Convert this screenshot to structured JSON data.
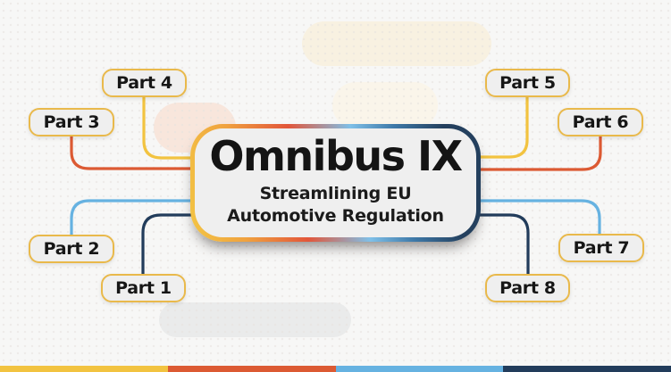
{
  "center": {
    "title": "Omnibus IX",
    "subtitle": "Streamlining EU Automotive Regulation"
  },
  "parts": [
    {
      "label": "Part 1",
      "line_color": "#223c5b"
    },
    {
      "label": "Part 2",
      "line_color": "#66b2e1"
    },
    {
      "label": "Part 3",
      "line_color": "#dc5a33"
    },
    {
      "label": "Part 4",
      "line_color": "#f2c340"
    },
    {
      "label": "Part 5",
      "line_color": "#f2c340"
    },
    {
      "label": "Part 6",
      "line_color": "#dc5a33"
    },
    {
      "label": "Part 7",
      "line_color": "#66b2e1"
    },
    {
      "label": "Part 8",
      "line_color": "#223c5b"
    }
  ],
  "palette": {
    "yellow": "#f2c340",
    "orange": "#dc5a33",
    "light_blue": "#66b2e1",
    "navy": "#223c5b",
    "gold_box_border": "#e9b94b",
    "card_fill": "#efefef",
    "background": "#f7f7f6"
  },
  "footer_bar": {
    "segments": [
      {
        "color": "#f2c340"
      },
      {
        "color": "#dc5a33"
      },
      {
        "color": "#66b2e1"
      },
      {
        "color": "#223c5b"
      }
    ]
  }
}
